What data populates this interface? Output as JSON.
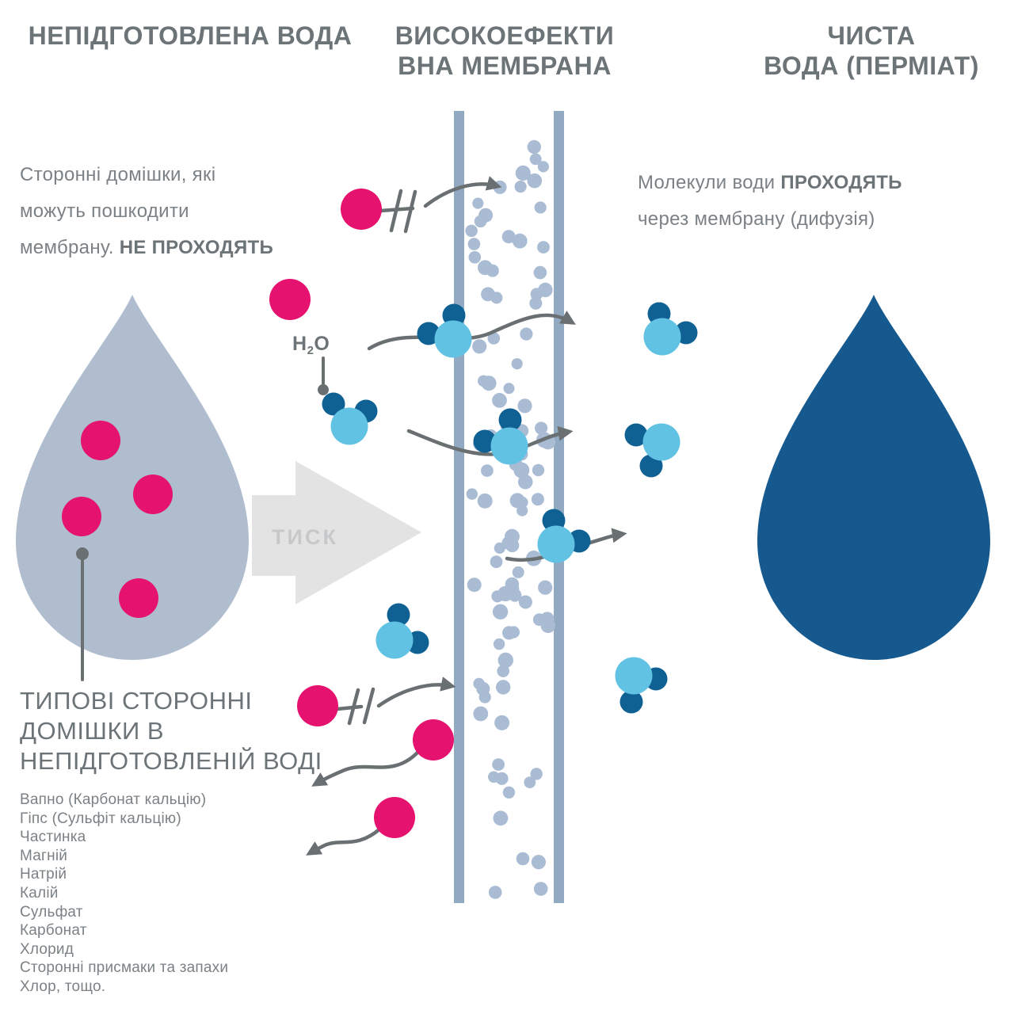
{
  "column_titles": {
    "left": "НЕПІДГОТОВЛЕНА ВОДА",
    "center_line1": "ВИСОКОЕФЕКТИ",
    "center_line2": "ВНА МЕМБРАНА",
    "right_line1": "ЧИСТА",
    "right_line2": "ВОДА (ПЕРМІАТ)"
  },
  "notes": {
    "left": {
      "line1": "Сторонні домішки, які",
      "line2": "можуть пошкодити",
      "line3_regular": "мембрану. ",
      "line3_bold": "НЕ ПРОХОДЯТЬ"
    },
    "right": {
      "line1_regular": "Молекули води ",
      "line1_bold": "ПРОХОДЯТЬ",
      "line2": "через мембрану (дифузія)"
    }
  },
  "labels": {
    "pressure": "ТИСК",
    "h2o_pre": "H",
    "h2o_sub": "2",
    "h2o_post": "O"
  },
  "impurities": {
    "heading_line1": "ТИПОВІ СТОРОННІ",
    "heading_line2": "ДОМІШКИ В",
    "heading_line3": "НЕПІДГОТОВЛЕНІЙ ВОДІ",
    "items": [
      "Вапно (Карбонат кальцію)",
      "Гіпс (Сульфіт кальцію)",
      "Частинка",
      "Магній",
      "Натрій",
      "Калій",
      "Сульфат",
      "Карбонат",
      "Хлорид",
      "Сторонні присмаки та запахи",
      "Хлор, тощо."
    ]
  },
  "colors": {
    "impurity_magenta": "#E5126F",
    "water_light_blue": "#62C2E4",
    "water_dark_blue": "#0F6193",
    "raw_water_drop": "#AFBDCF",
    "clean_water_drop": "#16598F",
    "membrane_wall": "#91A9C1",
    "membrane_pores": "#A9BCD3",
    "arrow_gray": "#6A7072",
    "pressure_arrow_fill": "#E3E3E3",
    "pressure_label": "#C6C8CA",
    "title_text": "#6D7477",
    "body_text": "#7B8185"
  }
}
